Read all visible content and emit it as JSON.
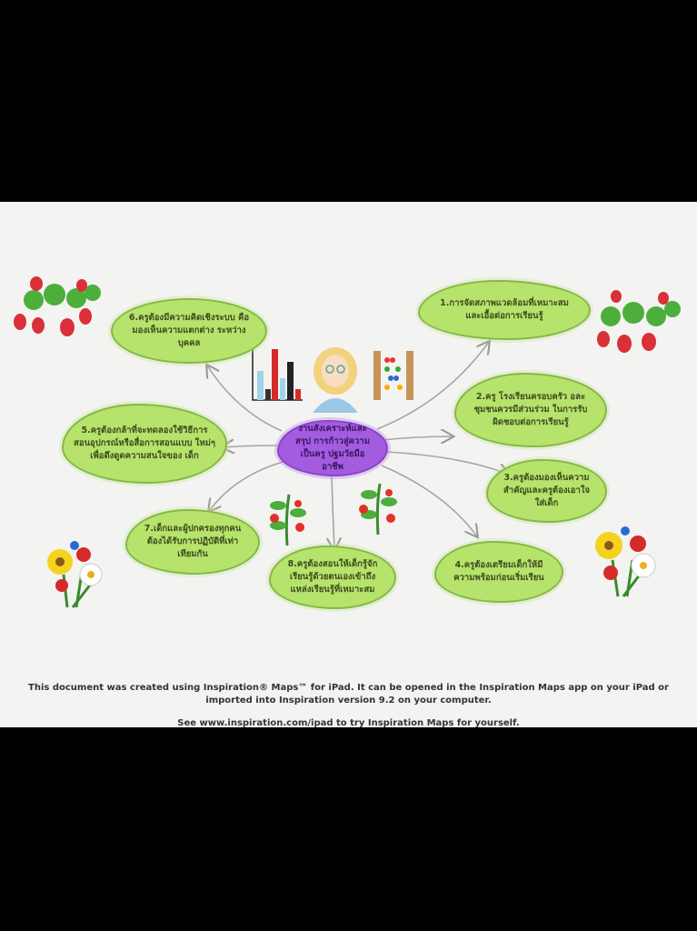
{
  "center": {
    "label": "งานสังเคราะห์และสรุป การก้าวสู่ความเป็นครู ปฐมวัยมืออาชีพ"
  },
  "nodes": [
    {
      "label": "1.การจัดสภาพแวดล้อมที่เหมาะสม และเอื้อต่อการเรียนรู้"
    },
    {
      "label": "2.ครู โรงเรียนครอบครัว อละ ชุมชนควรมีส่วนร่วม ในการรับ ผิดชอบต่อการเรียนรู้"
    },
    {
      "label": "3.ครูต้องมองเห็นความ สำคัญและครูต้องเอาใจ ใส่เด็ก"
    },
    {
      "label": "4.ครูต้องเตรียมเด็กให้มี ความพร้อมก่อนเริ่มเรียน"
    },
    {
      "label": "5.ครูต้องกล้าที่จะทดลองใช้วิธีการ สอนอุปกรณ์หรือสื่อการสอนแบบ ใหม่ๆเพื่อดึงดูดความสนใจของ เด็ก"
    },
    {
      "label": "6.ครูต้องมีความคิดเชิงระบบ คือมองเห็นความแตกต่าง ระหว่างบุคคล"
    },
    {
      "label": "7.เด็กและผู้ปกครองทุกคน ต้องได้รับการปฏิบัติที่เท่า เทียมกัน"
    },
    {
      "label": "8.ครูต้องสอนให้เด็กรู้จัก เรียนรู้ด้วยตนเองเข้าถึง แหล่งเรียนรู้ที่เหมาะสม"
    }
  ],
  "footer": {
    "line1": "This document was created using Inspiration® Maps™ for iPad. It can be opened in the Inspiration Maps app on your iPad or imported into Inspiration version 9.2 on your computer.",
    "line2": "See www.inspiration.com/ipad to try Inspiration Maps for yourself."
  },
  "colors": {
    "node_fill": "#b6e36b",
    "center_fill": "#a35ce0",
    "background": "#f3f3f1"
  }
}
